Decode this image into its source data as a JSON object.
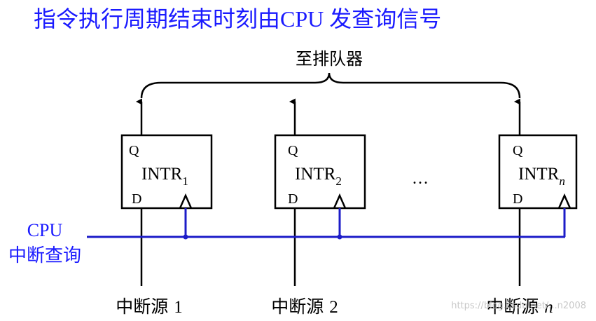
{
  "title": "指令执行周期结束时刻由CPU 发查询信号",
  "queue_label": "至排队器",
  "cpu_label": [
    "CPU",
    "中断查询"
  ],
  "ellipsis": "…",
  "flipflops": [
    {
      "q_label": "Q",
      "d_label": "D",
      "name": "INTR",
      "subscript": "1",
      "italic_sub": false
    },
    {
      "q_label": "Q",
      "d_label": "D",
      "name": "INTR",
      "subscript": "2",
      "italic_sub": false
    },
    {
      "q_label": "Q",
      "d_label": "D",
      "name": "INTR",
      "subscript": "n",
      "italic_sub": true
    }
  ],
  "sources": [
    {
      "text": "中断源 ",
      "num": "1",
      "italic": false
    },
    {
      "text": "中断源 ",
      "num": "2",
      "italic": false
    },
    {
      "text": "中断源 ",
      "num": "n",
      "italic": true
    }
  ],
  "watermark": "https://blog.csdn.net/...n2008",
  "colors": {
    "title": "#1a1aff",
    "cpu_line": "#1c1cc8",
    "wire": "#000000"
  }
}
